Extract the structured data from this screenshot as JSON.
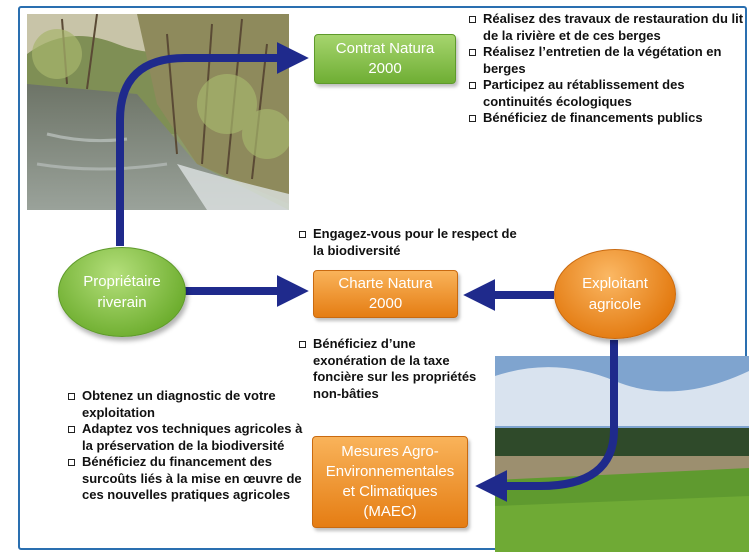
{
  "nodes": {
    "contrat": "Contrat Natura 2000",
    "charte": "Charte Natura 2000",
    "maec": "Mesures Agro-Environnementales et Climatiques (MAEC)",
    "proprietaire": "Propriétaire riverain",
    "exploitant": "Exploitant agricole"
  },
  "lists": {
    "contrat": [
      "Réalisez des travaux de restauration du lit de la rivière et de ces berges",
      "Réalisez l’entretien de la végétation en berges",
      "Participez au rétablissement des continuités écologiques",
      "Bénéficiez de financements publics"
    ],
    "charte_top": [
      "Engagez-vous pour le respect de la biodiversité"
    ],
    "charte_bottom": [
      "Bénéficiez d’une exonération de la taxe foncière sur les propriétés non-bâties"
    ],
    "maec": [
      "Obtenez un diagnostic de votre exploitation",
      "Adaptez vos techniques agricoles à la préservation de la biodiversité",
      "Bénéficiez du financement des surcoûts liés à la mise en œuvre de ces nouvelles pratiques agricoles"
    ]
  },
  "colors": {
    "arrow": "#1f2a8c",
    "green": "#72b035",
    "orange": "#e8801a",
    "frame": "#2a6fb0"
  },
  "icons": {
    "bullet": "hollow-square-bullet"
  }
}
